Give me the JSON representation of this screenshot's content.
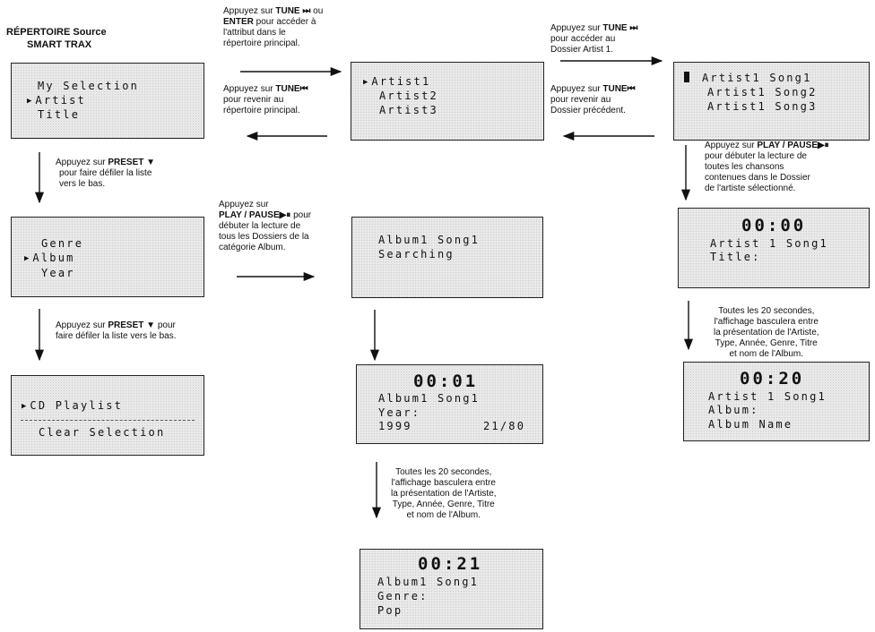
{
  "header": {
    "line1": "RÉPERTOIRE Source",
    "line2": "SMART TRAX"
  },
  "screens": {
    "main_menu": [
      "My Selection",
      "Artist",
      "Title"
    ],
    "artists": [
      "Artist1",
      "Artist2",
      "Artist3"
    ],
    "artist_songs": [
      "Artist1 Song1",
      "Artist1 Song2",
      "Artist1 Song3"
    ],
    "menu_page2": [
      "Genre",
      "Album",
      "Year"
    ],
    "playlist_menu": [
      "CD Playlist",
      "Clear Selection"
    ],
    "album_search": [
      "Album1 Song1",
      "Searching"
    ],
    "artist_play": {
      "time": "00:00",
      "line2": "Artist 1 Song1",
      "line3": "Title:"
    },
    "album_play_year": {
      "time": "00:01",
      "line2": "Album1 Song1",
      "line3": "Year:",
      "year": "1999",
      "count": "21/80"
    },
    "album_play_genre": {
      "time": "00:21",
      "line2": "Album1 Song1",
      "line3": "Genre:",
      "line4": "Pop"
    },
    "artist_play_album": {
      "time": "00:20",
      "line2": "Artist 1 Song1",
      "line3": "Album:",
      "line4": "Album Name"
    }
  },
  "notes": {
    "tune_enter": {
      "a": "Appuyez sur ",
      "b": "TUNE ⏭",
      "c": " ou",
      "d": "ENTER",
      "e": " pour accéder à",
      "f": "l'attribut dans le",
      "g": "répertoire principal."
    },
    "tune_back_main": {
      "a": "Appuyez sur ",
      "b": "TUNE⏮",
      "c": "pour revenir au",
      "d": "répertoire principal."
    },
    "tune_folder": {
      "a": "Appuyez sur ",
      "b": "TUNE ⏭",
      "c": "pour accéder au",
      "d": "Dossier Artist 1."
    },
    "tune_back_folder": {
      "a": "Appuyez sur ",
      "b": "TUNE⏮",
      "c": "pour revenir au",
      "d": "Dossier précédent."
    },
    "preset_1": {
      "a": "Appuyez sur ",
      "b": "PRESET ▼",
      "c": "pour faire défiler la liste",
      "d": "vers le bas."
    },
    "play_album": {
      "a": "Appuyez sur",
      "b": "PLAY / PAUSE▶⏸",
      "c": " pour",
      "d": "débuter la lecture de",
      "e": "tous les Dossiers de la",
      "f": "catégorie Album."
    },
    "play_artist": {
      "a": "Appuyez sur ",
      "b": "PLAY / PAUSE▶⏸",
      "c": "pour débuter la lecture de",
      "d": "toutes les chansons",
      "e": "contenues dans le Dossier",
      "f": "de l'artiste sélectionné."
    },
    "preset_2": {
      "a": "Appuyez sur ",
      "b": "PRESET ▼",
      "c": " pour",
      "d": "faire défiler la liste vers le bas."
    },
    "toggle_right": [
      "Toutes les 20 secondes,",
      "l'affichage basculera entre",
      "la présentation de l'Artiste,",
      "Type, Année, Genre, Titre",
      "et nom de l'Album."
    ],
    "toggle_middle": [
      "Toutes les 20 secondes,",
      "l'affichage basculera entre",
      "la présentation de l'Artiste,",
      "Type, Année, Genre, Titre",
      "et nom de l'Album."
    ]
  }
}
